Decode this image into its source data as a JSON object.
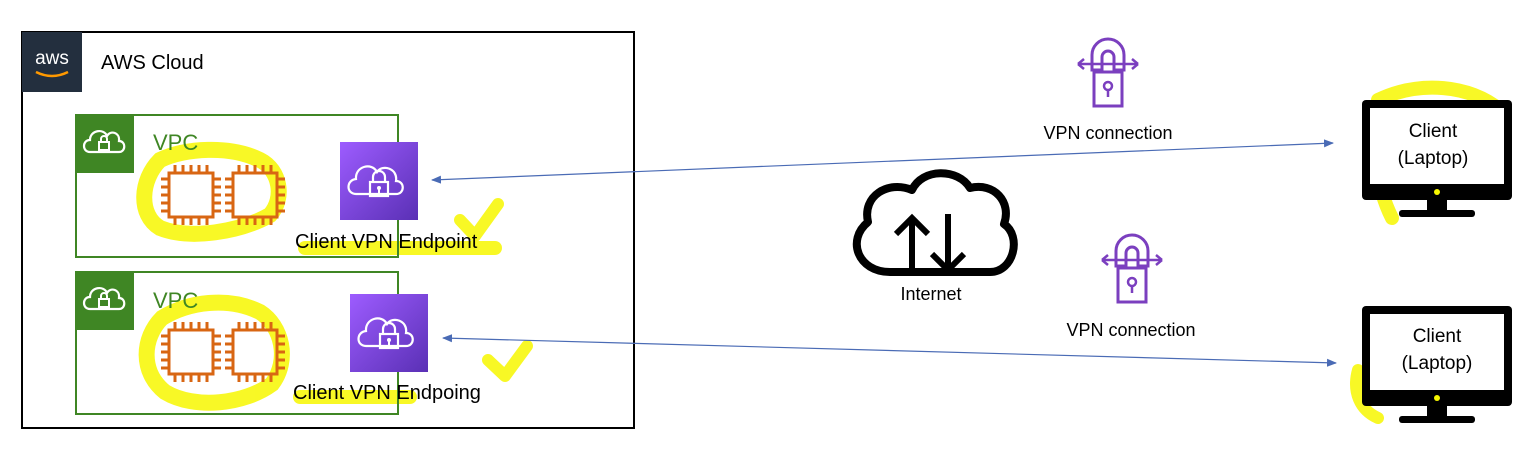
{
  "aws_cloud": {
    "logo_text": "aws",
    "label": "AWS Cloud"
  },
  "vpcs": [
    {
      "label": "VPC",
      "endpoint_label": "Client VPN Endpoint"
    },
    {
      "label": "VPC",
      "endpoint_label": "Client VPN Endpoing"
    }
  ],
  "internet": {
    "label": "Internet"
  },
  "connections": [
    {
      "label": "VPN connection"
    },
    {
      "label": "VPN connection"
    }
  ],
  "clients": [
    {
      "line1": "Client",
      "line2": "(Laptop)"
    },
    {
      "line1": "Client",
      "line2": "(Laptop)"
    }
  ],
  "colors": {
    "aws_dark": "#232f3e",
    "vpc_green": "#3f8624",
    "chip_orange": "#d86613",
    "endpoint_purple_top": "#8c4fff",
    "endpoint_purple_bottom": "#5a30b5",
    "lock_purple": "#7b3fbf",
    "arrow_blue": "#4a6bb5",
    "highlight_yellow": "#f7f700"
  }
}
